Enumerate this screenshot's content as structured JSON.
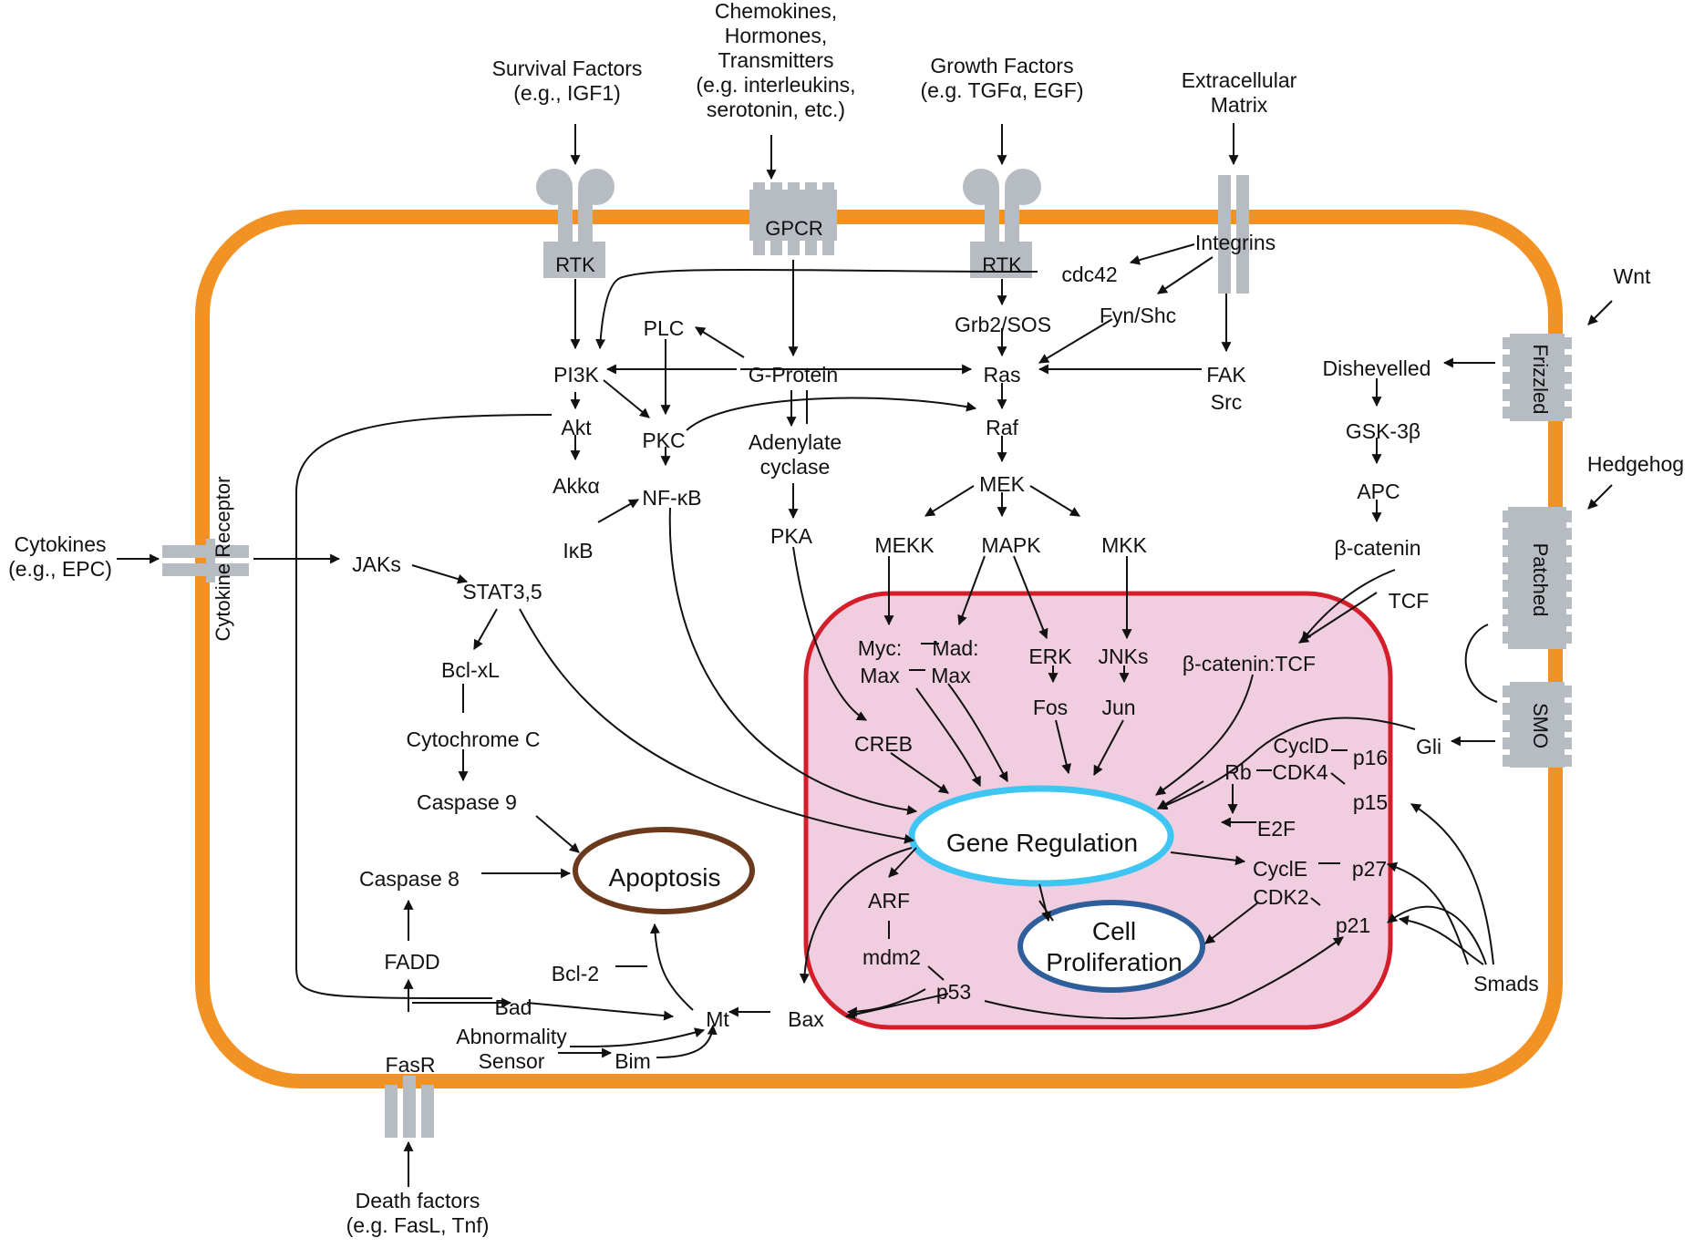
{
  "colors": {
    "membrane": "#f39224",
    "nucleus_fill": "#f1cde0",
    "nucleus_stroke": "#d41f2a",
    "gene_regulation": "#3ec5f2",
    "cell_proliferation": "#2f5f9b",
    "apoptosis": "#6b3a1c",
    "receptor": "#b7bbc2"
  },
  "external": {
    "survival_factors": [
      "Survival Factors",
      "(e.g., IGF1)"
    ],
    "chemokines": [
      "Chemokines,",
      "Hormones,",
      "Transmitters",
      "(e.g. interleukins,",
      "serotonin, etc.)"
    ],
    "growth_factors": [
      "Growth Factors",
      "(e.g. TGFα, EGF)"
    ],
    "extracellular_matrix": [
      "Extracellular",
      "Matrix"
    ],
    "wnt": [
      "Wnt"
    ],
    "hedgehog": [
      "Hedgehog"
    ],
    "cytokines": [
      "Cytokines",
      "(e.g., EPC)"
    ],
    "death_factors": [
      "Death factors",
      "(e.g. FasL, Tnf)"
    ],
    "smads": [
      "Smads"
    ]
  },
  "receptors": {
    "rtk_left": "RTK",
    "gpcr": "GPCR",
    "rtk_right": "RTK",
    "frizzled": "Frizzled",
    "patched": "Patched",
    "smo": "SMO",
    "cytokine_receptor": "Cytokine Receptor",
    "fasr": "FasR"
  },
  "cytoplasm": {
    "integrins": "Integrins",
    "cdc42": "cdc42",
    "fyn_shc": "Fyn/Shc",
    "grb2_sos": "Grb2/SOS",
    "fak": "FAK",
    "src": "Src",
    "plc": "PLC",
    "pi3k": "PI3K",
    "g_protein": "G-Protein",
    "ras": "Ras",
    "akt": "Akt",
    "pkc": "PKC",
    "raf": "Raf",
    "adenylate_cyclase": [
      "Adenylate",
      "cyclase"
    ],
    "akk_alpha": "Akkα",
    "nf_kb": "NF-κB",
    "ikb": "IκB",
    "pka": "PKA",
    "mek": "MEK",
    "mekk": "MEKK",
    "mapk": "MAPK",
    "mkk": "MKK",
    "dishevelled": "Dishevelled",
    "gsk3b": "GSK-3β",
    "apc": "APC",
    "beta_catenin": "β-catenin",
    "tcf": "TCF",
    "jaks": "JAKs",
    "stat35": "STAT3,5",
    "bcl_xl": "Bcl-xL",
    "cytochrome_c": "Cytochrome C",
    "caspase9": "Caspase 9",
    "caspase8": "Caspase 8",
    "apoptosis": "Apoptosis",
    "fadd": "FADD",
    "bcl2": "Bcl-2",
    "bad": "Bad",
    "mt": "Mt",
    "bax": "Bax",
    "abnormality_sensor": [
      "Abnormality",
      "Sensor"
    ],
    "bim": "Bim",
    "gli": "Gli"
  },
  "nucleus": {
    "myc": "Myc:",
    "mad": "Mad:",
    "max_left": "Max",
    "max_right": "Max",
    "erk": "ERK",
    "fos": "Fos",
    "jnks": "JNKs",
    "jun": "Jun",
    "beta_catenin_tcf": "β-catenin:TCF",
    "creb": "CREB",
    "cycl_d": "CyclD",
    "cdk4": "CDK4",
    "rb": "Rb",
    "p16": "p16",
    "p15": "p15",
    "e2f": "E2F",
    "gene_regulation": "Gene Regulation",
    "cycl_e": "CyclE",
    "p27": "p27",
    "cdk2": "CDK2",
    "p21": "p21",
    "arf": "ARF",
    "mdm2": "mdm2",
    "p53": "p53",
    "cell_proliferation": [
      "Cell",
      "Proliferation"
    ]
  }
}
